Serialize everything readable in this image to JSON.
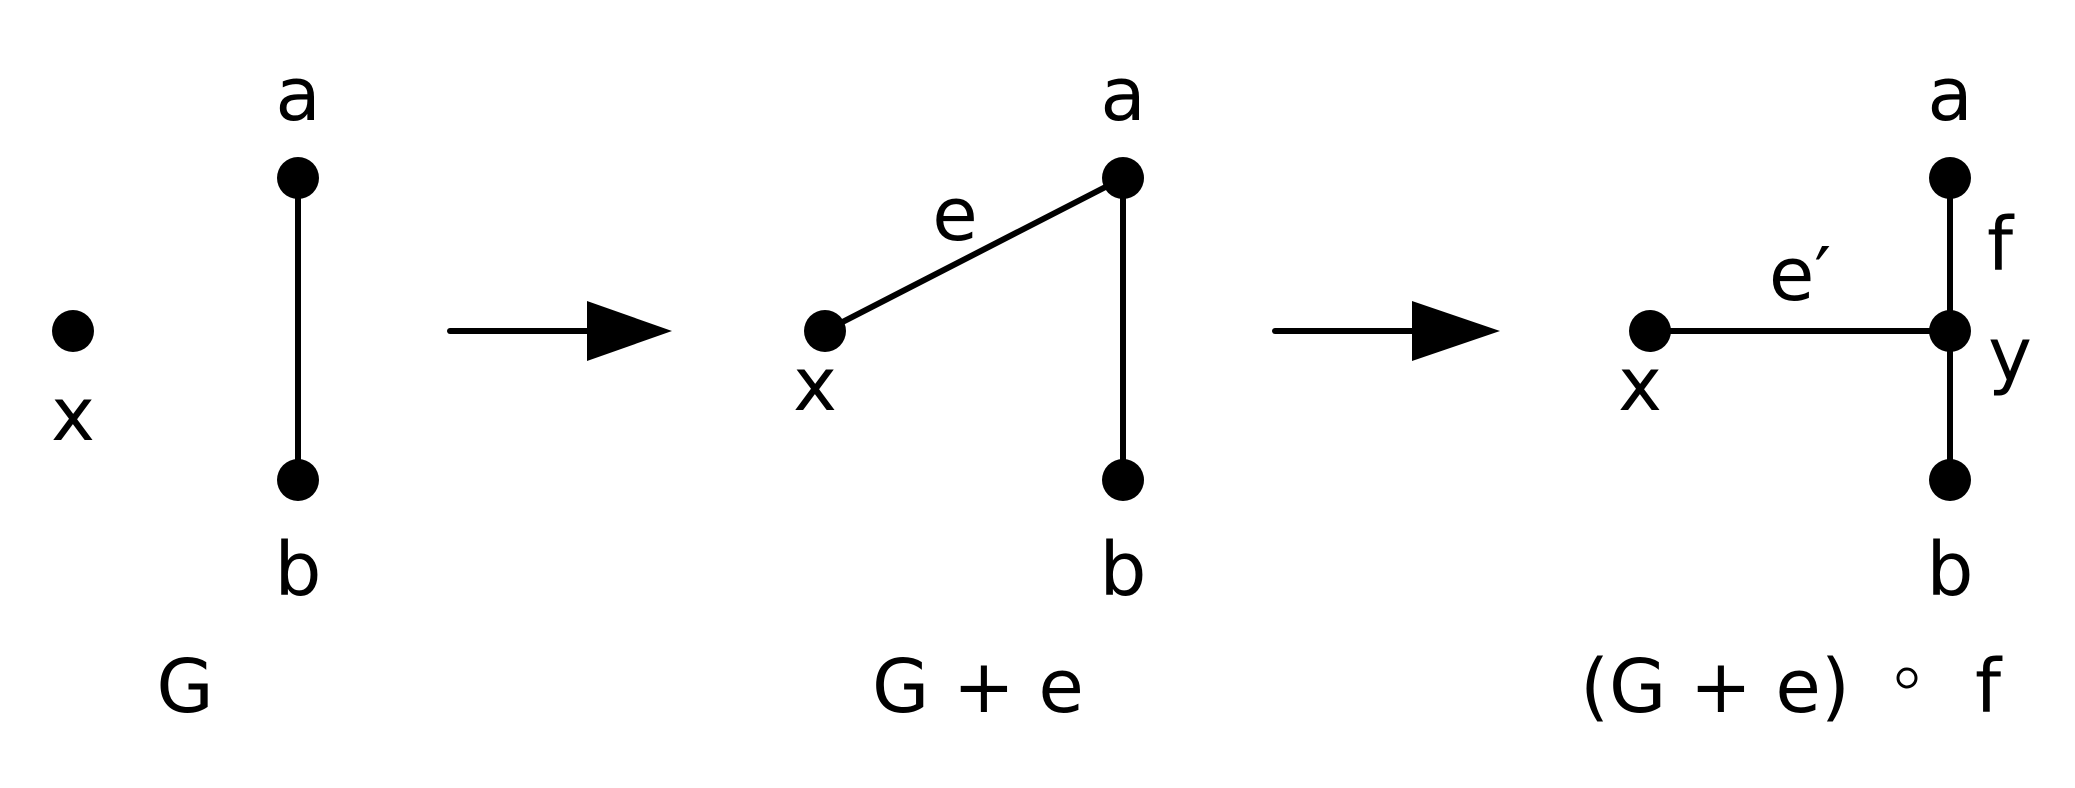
{
  "panels": [
    {
      "caption": "G",
      "vertex_labels": {
        "x": "x",
        "a": "a",
        "b": "b"
      },
      "edge_labels": {}
    },
    {
      "caption": "G + e",
      "vertex_labels": {
        "x": "x",
        "a": "a",
        "b": "b"
      },
      "edge_labels": {
        "e": "e"
      }
    },
    {
      "caption_left": "(G + e)",
      "caption_right": "f",
      "vertex_labels": {
        "x": "x",
        "a": "a",
        "b": "b",
        "y": "y"
      },
      "edge_labels": {
        "e_prime": "e′",
        "f": "f"
      }
    }
  ],
  "colors": {
    "ink": "#000000",
    "background": "#ffffff"
  }
}
